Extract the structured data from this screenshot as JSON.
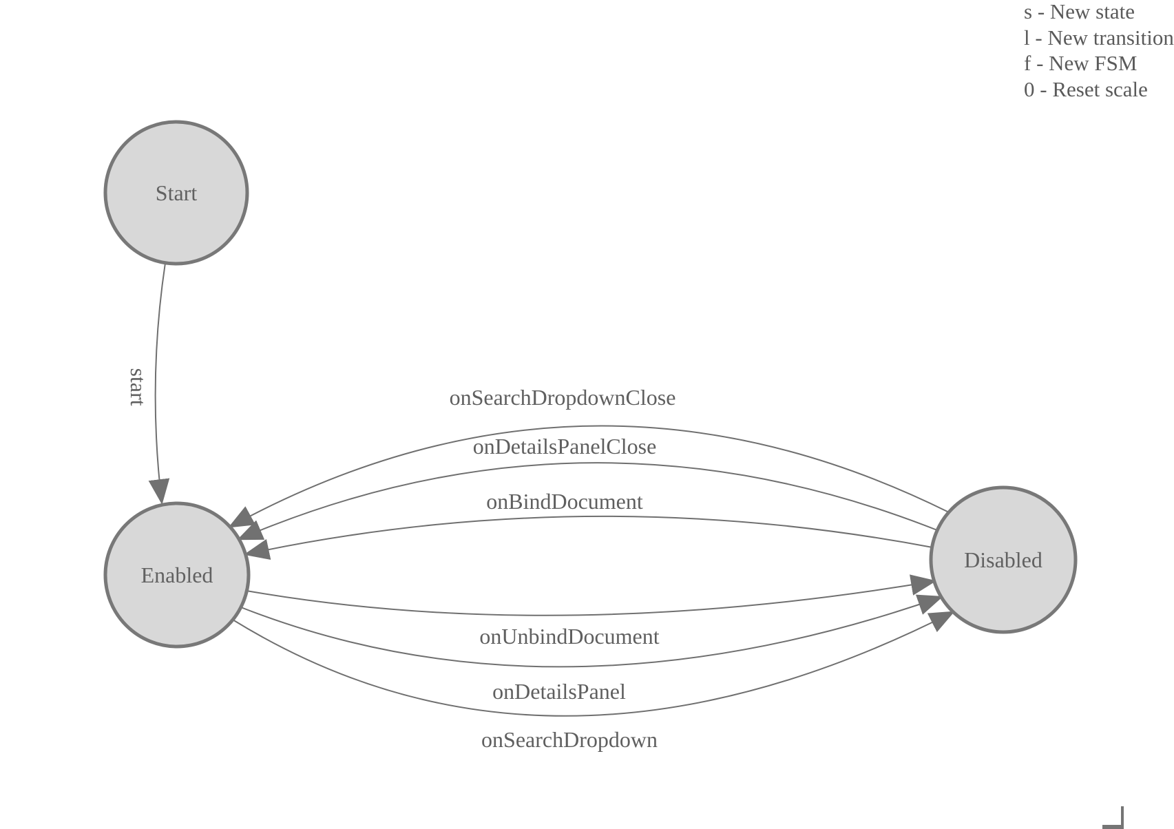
{
  "legend": {
    "lines": [
      "s - New state",
      "l - New transition",
      "f - New FSM",
      "0 - Reset scale"
    ]
  },
  "diagram": {
    "type": "state-machine",
    "nodes": [
      {
        "id": "start",
        "label": "Start"
      },
      {
        "id": "enabled",
        "label": "Enabled"
      },
      {
        "id": "disabled",
        "label": "Disabled"
      }
    ],
    "edges": [
      {
        "from": "start",
        "to": "enabled",
        "label": "start"
      },
      {
        "from": "disabled",
        "to": "enabled",
        "label": "onSearchDropdownClose"
      },
      {
        "from": "disabled",
        "to": "enabled",
        "label": "onDetailsPanelClose"
      },
      {
        "from": "disabled",
        "to": "enabled",
        "label": "onBindDocument"
      },
      {
        "from": "enabled",
        "to": "disabled",
        "label": "onUnbindDocument"
      },
      {
        "from": "enabled",
        "to": "disabled",
        "label": "onDetailsPanel"
      },
      {
        "from": "enabled",
        "to": "disabled",
        "label": "onSearchDropdown"
      }
    ],
    "colors": {
      "background": "#ffffff",
      "node_fill": "#d8d8d8",
      "node_stroke": "#787878",
      "edge_stroke": "#6f6f6f",
      "arrow_fill": "#717171",
      "label_text": "#5f5f5f",
      "legend_text": "#5a5a5a"
    }
  }
}
